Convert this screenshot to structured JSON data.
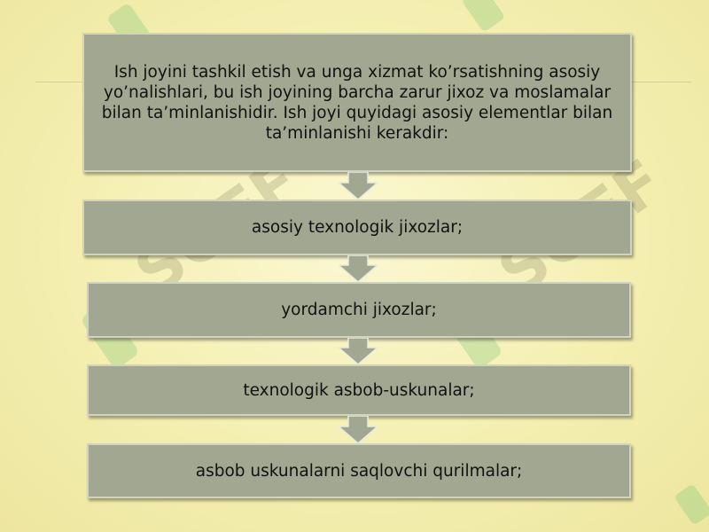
{
  "flowchart": {
    "main_text": "Ish joyini tashkil etish va unga xizmat ko’rsatishning asosiy yo’nalishlari, bu ish joyining barcha zarur jixoz va moslamalar bilan ta’minlanishidir. Ish joyi quyidagi asosiy elementlar bilan ta’minlanishi kerakdir:",
    "steps": [
      "asosiy texnologik jixozlar;",
      "yordamchi jixozlar;",
      "texnologik asbob-uskunalar;",
      "asbob uskunalarni saqlovchi qurilmalar;"
    ]
  },
  "watermark": {
    "text": "SOFF",
    "color": "#5cb85c"
  },
  "colors": {
    "box_fill": "#a1a790",
    "arrow_fill": "#a1a790",
    "background": "#f4efb0"
  }
}
